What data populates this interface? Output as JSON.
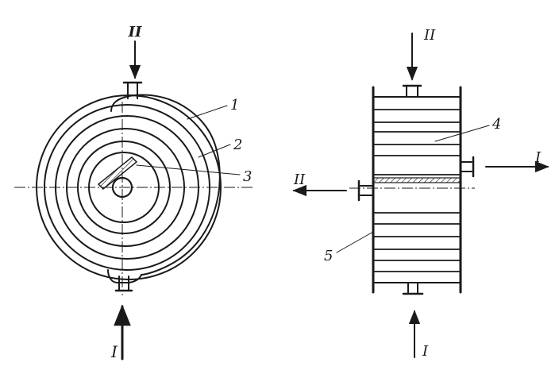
{
  "labels": {
    "n1": "1",
    "n2": "2",
    "n3": "3",
    "n4": "4",
    "n5": "5",
    "flow_I_left": "I",
    "flow_I_right_bottom": "I",
    "flow_I_right_out": "I",
    "flow_II_top_left": "II",
    "flow_II_top_right": "II",
    "flow_II_left_out": "II"
  },
  "colors": {
    "ink": "#1a1a1a",
    "background": "#ffffff"
  }
}
